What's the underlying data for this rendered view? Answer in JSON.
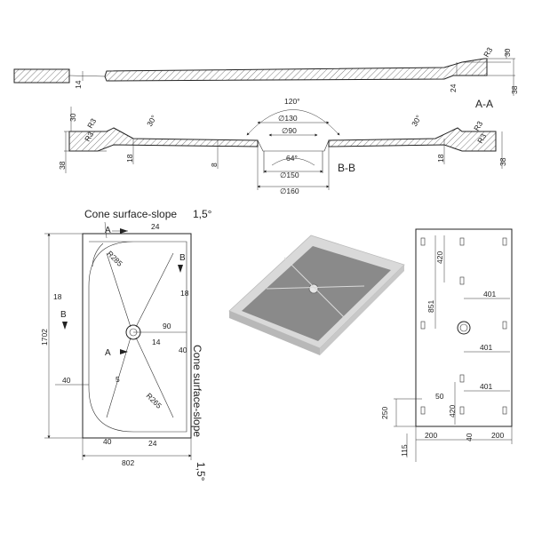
{
  "section_aa": {
    "label": "A-A",
    "dims": {
      "h14": "14",
      "h30": "30",
      "r3": "R3",
      "h24": "24",
      "h38": "38"
    }
  },
  "section_bb": {
    "label": "B-B",
    "dims": {
      "h30": "30",
      "r3_left": "R3",
      "r3_right": "R3",
      "r3_lower_left": "R3",
      "r3_lower_right": "R3",
      "ang30_left": "30°",
      "ang30_right": "30°",
      "ang120": "120°",
      "d130": "∅130",
      "d90": "∅90",
      "ang64": "64°",
      "h38_left": "38",
      "h18_left": "18",
      "h8": "8",
      "d150": "∅150",
      "d160": "∅160",
      "h18_right": "18",
      "h38_right": "38"
    }
  },
  "plan_view": {
    "note_top": "Cone surface-slope",
    "note_top_value": "1,5°",
    "note_side": "Cone surface-slope",
    "note_side_value": "1,5°",
    "section_a_top": "A",
    "section_a_mid": "A",
    "section_b_left": "B",
    "section_b_right": "B",
    "dims": {
      "length": "1702",
      "width": "802",
      "d24_top": "24",
      "r285_top": "R285",
      "d18_left": "18",
      "d18_right": "18",
      "d90": "90",
      "d14": "14",
      "d40_right": "40",
      "d40_left": "40",
      "d5": "5",
      "r265_bottom": "R265",
      "d40_bottom": "40",
      "d24_bottom": "24"
    }
  },
  "bottom_view": {
    "dims": {
      "d420_top": "420",
      "d851": "851",
      "d401_a": "401",
      "d401_b": "401",
      "d401_c": "401",
      "d50": "50",
      "d420_bottom": "420",
      "d250": "250",
      "d115": "115",
      "d200_left": "200",
      "d40": "40",
      "d200_right": "200"
    }
  },
  "render_3d": {
    "colors": {
      "tray": "#d9d9d9",
      "recess": "#8a8a8a",
      "shadow": "#6f6f6f"
    }
  }
}
